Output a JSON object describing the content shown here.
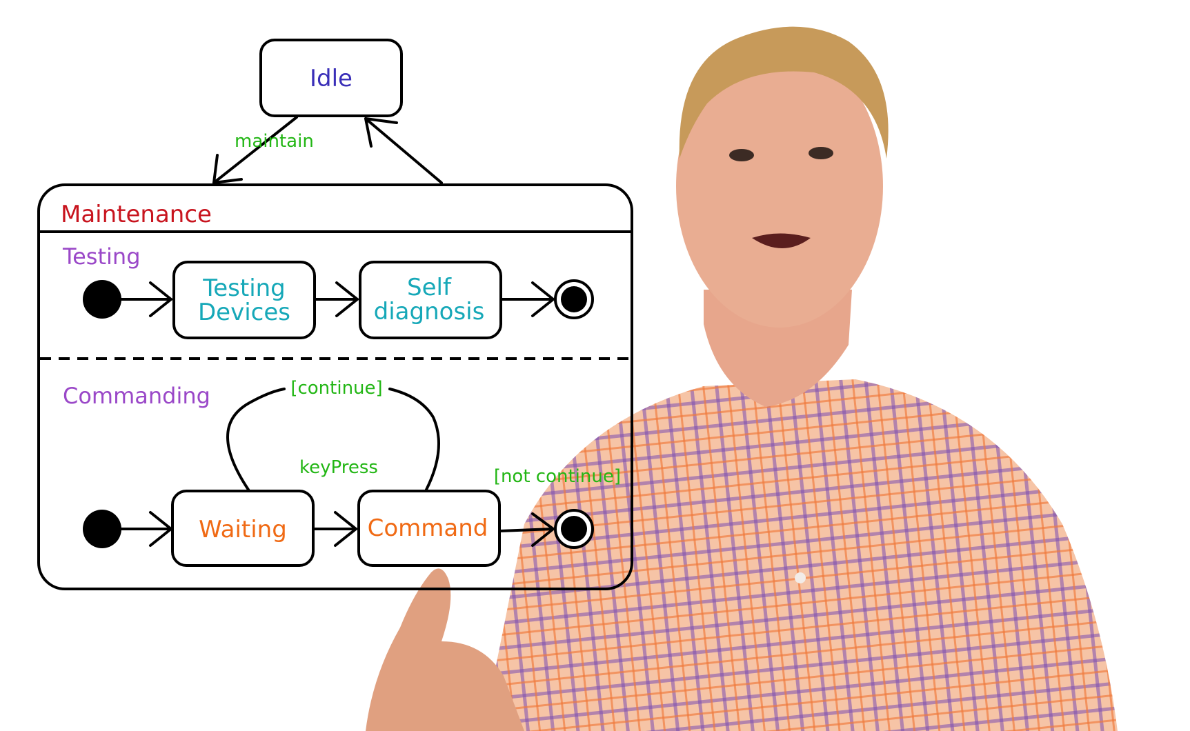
{
  "diagram": {
    "idle": {
      "label": "Idle"
    },
    "maintain_label": "maintain",
    "maintenance": {
      "label": "Maintenance"
    },
    "testing": {
      "label": "Testing",
      "testing_devices_line1": "Testing",
      "testing_devices_line2": "Devices",
      "self_diagnosis_line1": "Self",
      "self_diagnosis_line2": "diagnosis"
    },
    "commanding": {
      "label": "Commanding",
      "continue_guard": "[continue]",
      "keypress_label": "keyPress",
      "not_continue_guard": "[not continue]",
      "waiting_label": "Waiting",
      "command_label": "Command"
    }
  },
  "colors": {
    "idle_text": "#3a2fb8",
    "maintenance_text": "#c8141e",
    "region_text": "#9a48c8",
    "testing_state_text": "#16a8b8",
    "commanding_state_text": "#f06a14",
    "guard_text": "#22b614",
    "shirt_base": "#f4bf9c",
    "skin": "#e7a68c"
  },
  "presenter": {
    "shirt_pattern": "plaid",
    "hair_color": "#c79a5a"
  }
}
